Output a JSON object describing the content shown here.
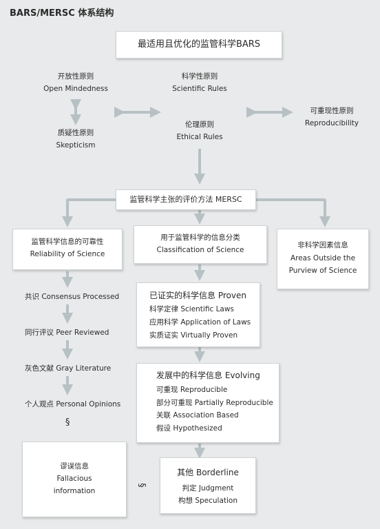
{
  "title": "BARS/MERSC 体系结构",
  "colors": {
    "background": "#e9eaeb",
    "arrow": "#b7c1c4",
    "box": "#ffffff"
  },
  "top_box": "最适用且优化的监管科学BARS",
  "principles": {
    "open": {
      "zh": "开放性原则",
      "en": "Open Mindedness"
    },
    "skeptic": {
      "zh": "质疑性原则",
      "en": "Skepticism"
    },
    "scientific": {
      "zh": "科学性原则",
      "en": "Scientific Rules"
    },
    "ethical": {
      "zh": "伦理原则",
      "en": "Ethical Rules"
    },
    "reproducible": {
      "zh": "可重现性原则",
      "en": "Reproducibility"
    }
  },
  "mersc_box": "监管科学主张的评价方法 MERSC",
  "reliability": {
    "zh": "监管科学信息的可靠性",
    "en": "Reliability of Science"
  },
  "classification": {
    "zh": "用于监管科学的信息分类",
    "en": "Classification of Science"
  },
  "outside": {
    "zh": "非科学因素信息",
    "en1": "Areas Outside the",
    "en2": "Purview of Science"
  },
  "levels": [
    "共识 Consensus Processed",
    "同行评议 Peer Reviewed",
    "灰色文献 Gray Literature",
    "个人观点 Personal Opinions"
  ],
  "section_symbol": "§",
  "proven": {
    "title": "已证实的科学信息 Proven",
    "items": [
      "科学定律 Scientific Laws",
      "应用科学 Application of Laws",
      "实质证实 Virtually Proven"
    ]
  },
  "evolving": {
    "title": "发展中的科学信息 Evolving",
    "items": [
      "可重现 Reproducible",
      "部分可重现 Partially Reproducible",
      "关联 Association Based",
      "假设 Hypothesized"
    ]
  },
  "fallacious": {
    "line1": "谬误信息",
    "line2": "Fallacious",
    "line3": "information"
  },
  "borderline": {
    "title": "其他 Borderline",
    "items": [
      "判定 Judgment",
      "构想 Speculation"
    ]
  }
}
